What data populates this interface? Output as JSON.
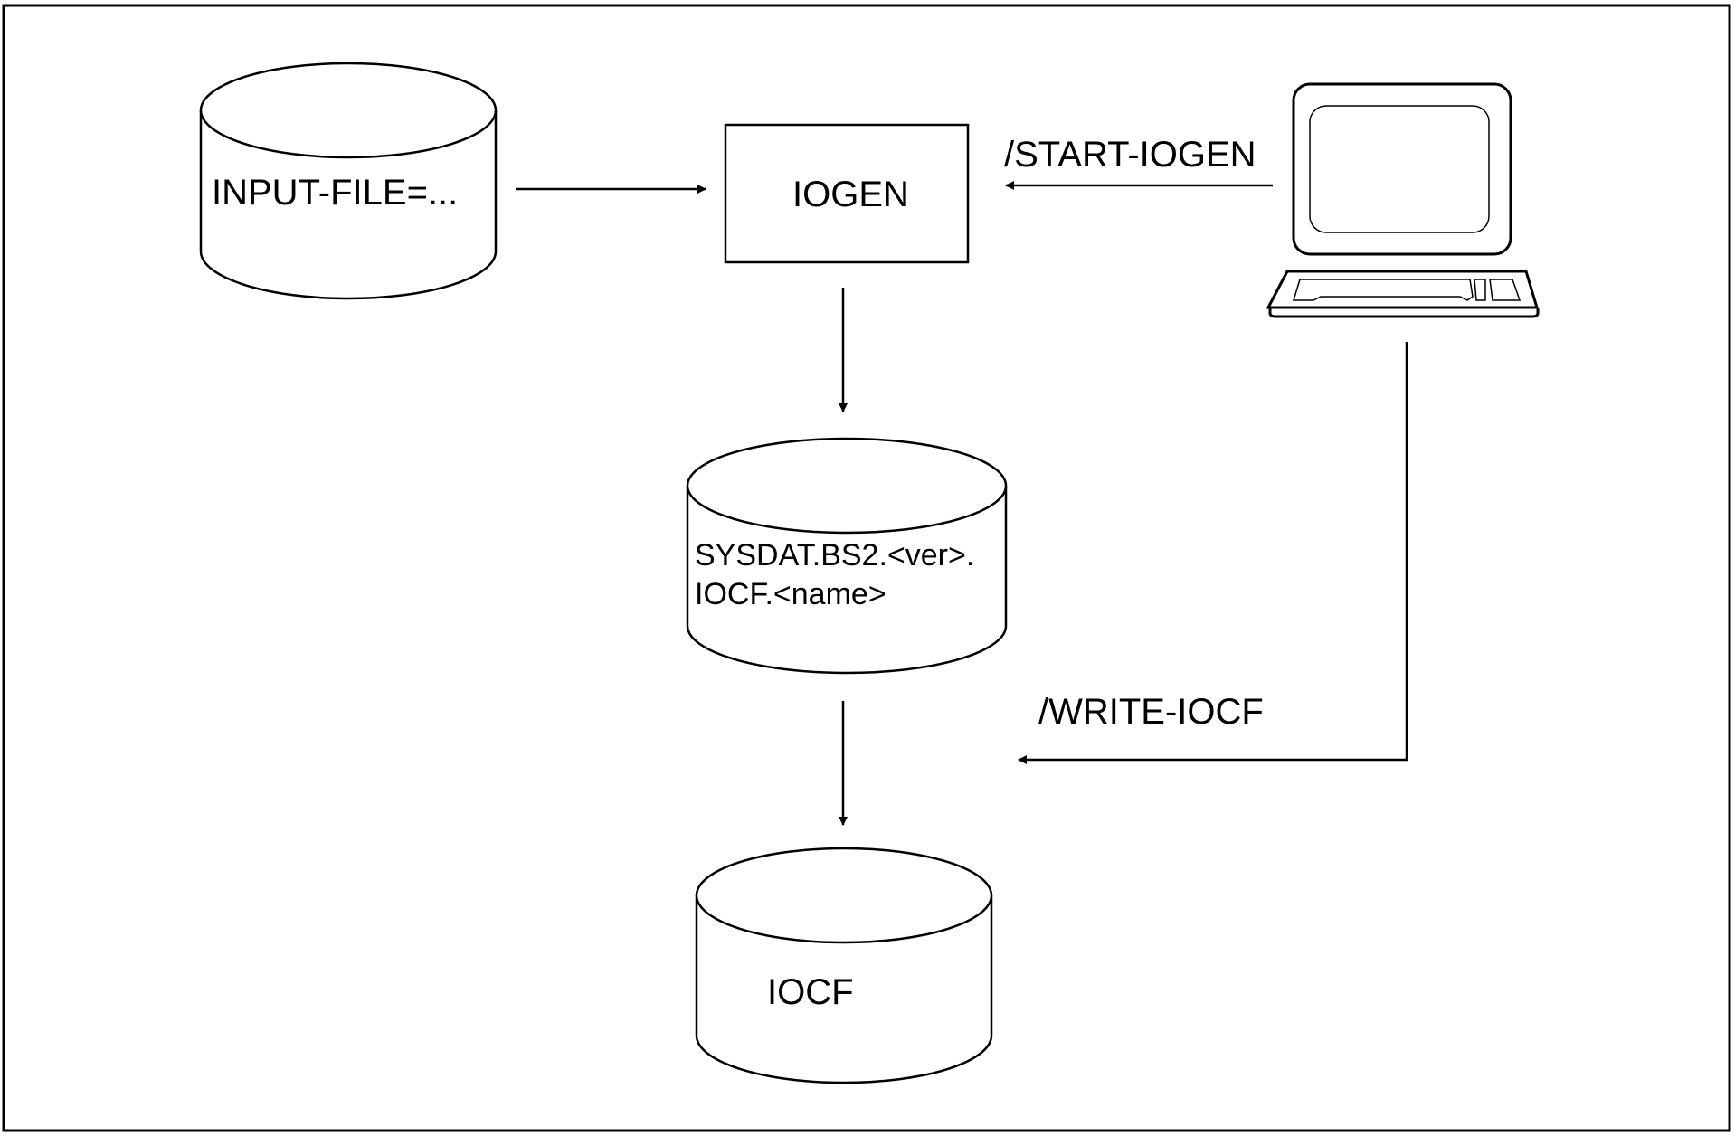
{
  "diagram": {
    "nodes": {
      "input_file": {
        "type": "cylinder",
        "label": "INPUT-FILE=..."
      },
      "iogen": {
        "type": "box",
        "label": "IOGEN"
      },
      "sysdat": {
        "type": "cylinder",
        "label_line1": "SYSDAT.BS2.<ver>.",
        "label_line2": "IOCF.<name>"
      },
      "iocf": {
        "type": "cylinder",
        "label": "IOCF"
      },
      "terminal": {
        "type": "computer",
        "label": ""
      }
    },
    "edges": [
      {
        "from": "input_file",
        "to": "iogen",
        "label": ""
      },
      {
        "from": "terminal",
        "to": "iogen",
        "label": "/START-IOGEN"
      },
      {
        "from": "iogen",
        "to": "sysdat",
        "label": ""
      },
      {
        "from": "sysdat",
        "to": "iocf",
        "label": ""
      },
      {
        "from": "terminal",
        "to": "iocf-process",
        "label": "/WRITE-IOCF"
      }
    ]
  }
}
